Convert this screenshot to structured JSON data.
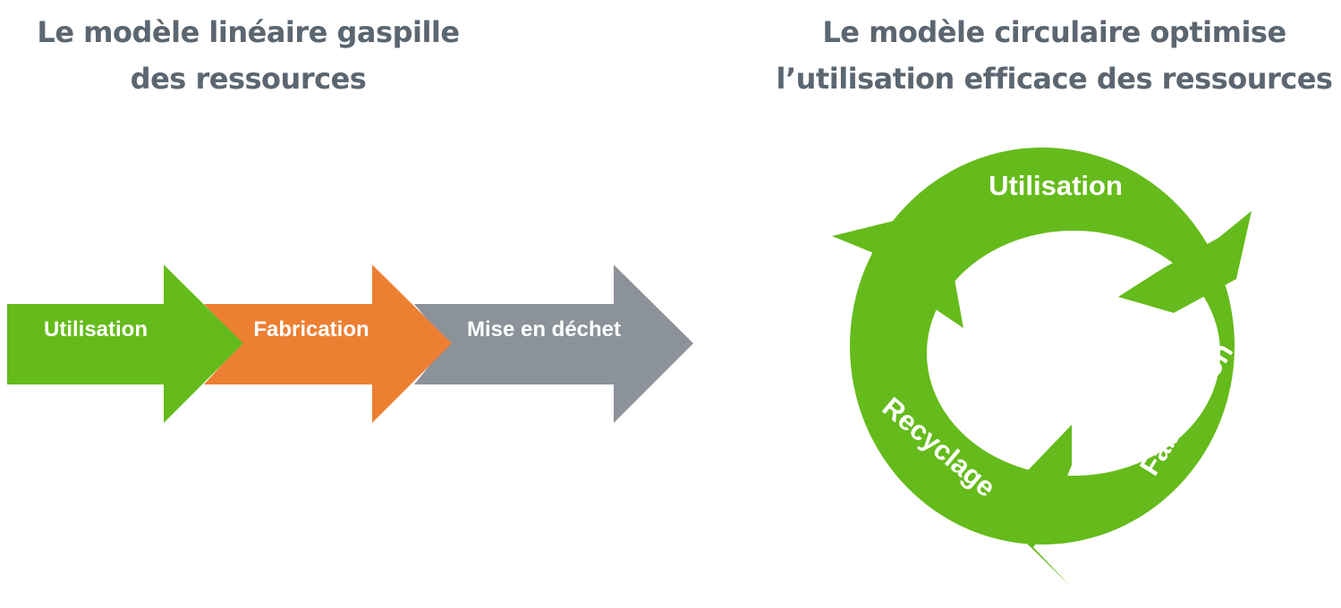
{
  "linear_model": {
    "title_line1": "Le modèle linéaire gaspille",
    "title_line2": "des ressources",
    "steps": [
      {
        "label": "Utilisation",
        "color": "#65bb1b"
      },
      {
        "label": "Fabrication",
        "color": "#ed7f33"
      },
      {
        "label": "Mise en déchet",
        "color": "#8b9299"
      }
    ]
  },
  "circular_model": {
    "title_line1": "Le modèle circulaire optimise",
    "title_line2": "l’utilisation efficace des ressources",
    "color": "#65bb1b",
    "steps": [
      {
        "label": "Utilisation"
      },
      {
        "label": "Fabrication"
      },
      {
        "label": "Recyclage"
      }
    ]
  },
  "colors": {
    "title_text": "#5b6670",
    "label_text": "#ffffff"
  }
}
